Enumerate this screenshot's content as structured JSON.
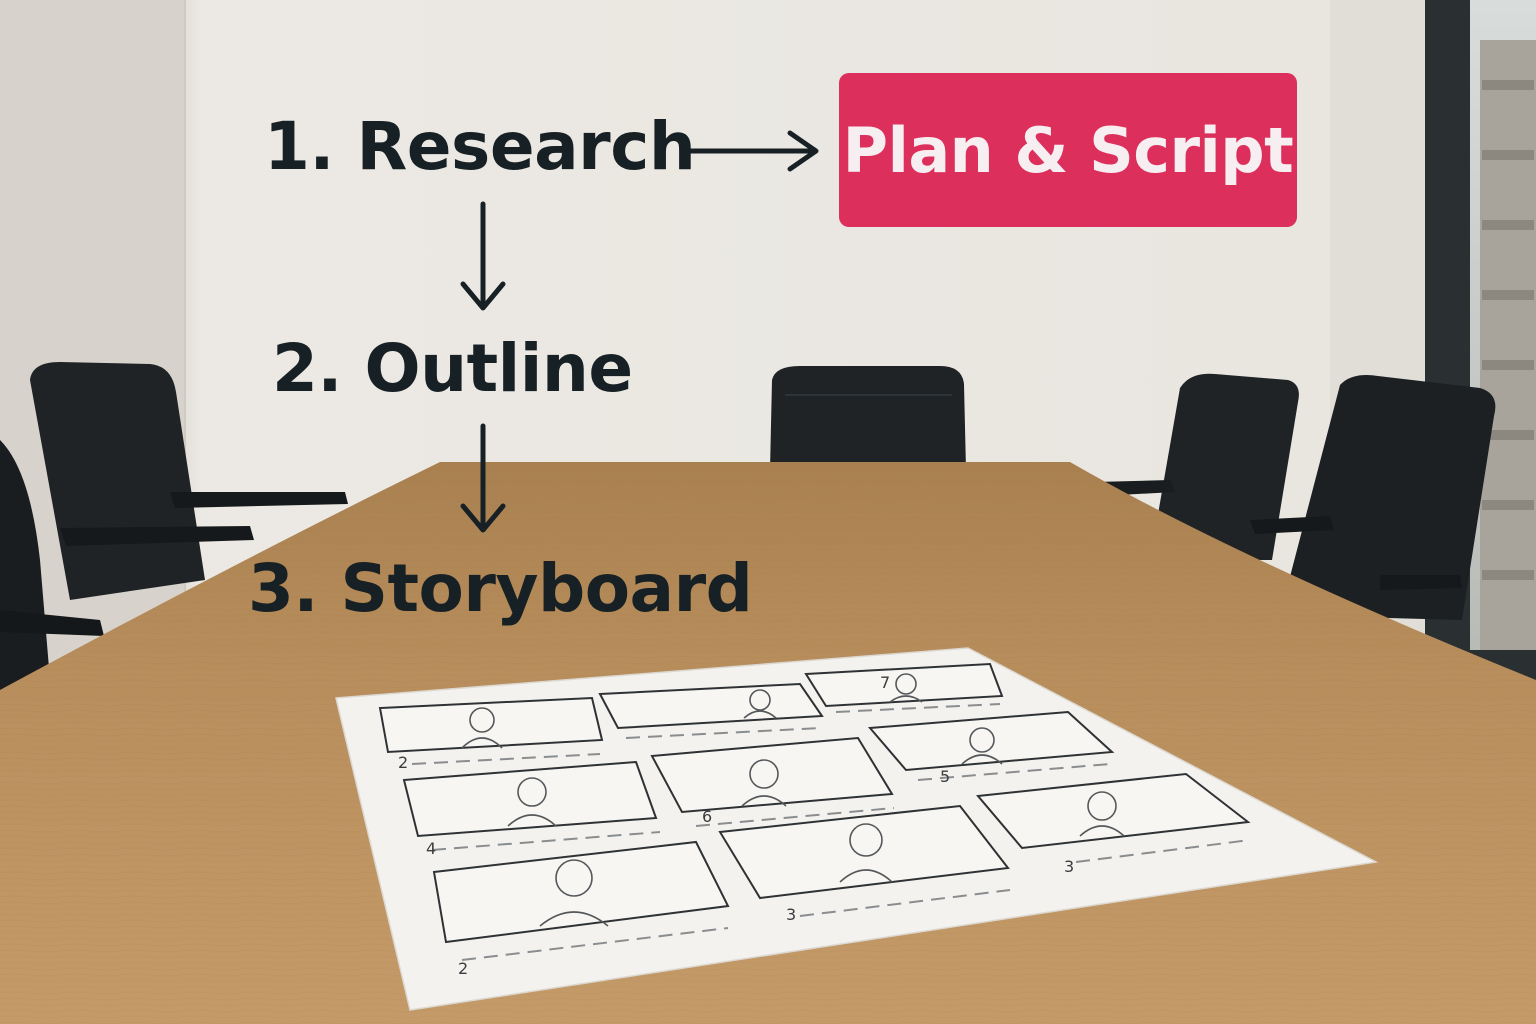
{
  "steps": {
    "research": "1. Research",
    "outline": "2. Outline",
    "storyboard": "3. Storyboard"
  },
  "highlight": {
    "label": "Plan & Script",
    "color": "#dc2f5c"
  },
  "storyboard_sheet": {
    "frame_numbers": [
      "2",
      "4",
      "2",
      "6",
      "3",
      "7",
      "5",
      "3"
    ]
  },
  "colors": {
    "text": "#172024",
    "wall": "#e9e6e1",
    "table": "#b48a5a",
    "chair": "#1f2326"
  }
}
